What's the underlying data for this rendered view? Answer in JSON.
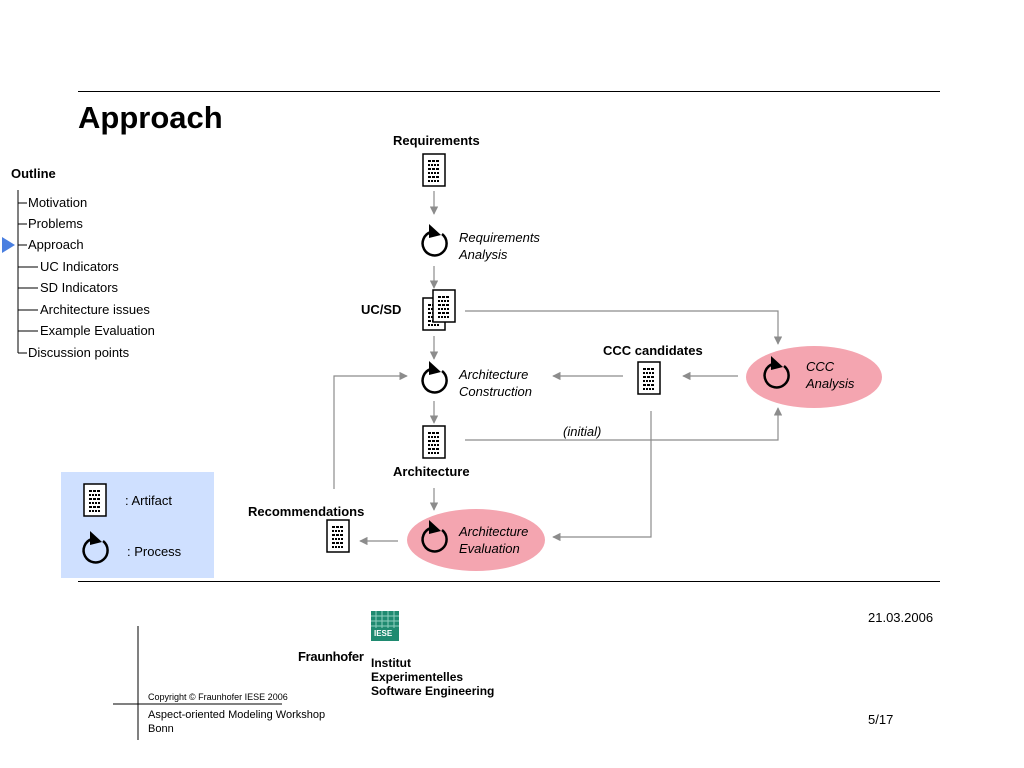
{
  "slide": {
    "title": "Approach",
    "date": "21.03.2006",
    "page": "5/17"
  },
  "outline": {
    "heading": "Outline",
    "items": [
      {
        "label": "Motivation",
        "level": 1,
        "active": false
      },
      {
        "label": "Problems",
        "level": 1,
        "active": false
      },
      {
        "label": "Approach",
        "level": 1,
        "active": true
      },
      {
        "label": "UC Indicators",
        "level": 2,
        "active": false
      },
      {
        "label": "SD Indicators",
        "level": 2,
        "active": false
      },
      {
        "label": "Architecture issues",
        "level": 2,
        "active": false
      },
      {
        "label": "Example Evaluation",
        "level": 2,
        "active": false
      },
      {
        "label": "Discussion points",
        "level": 1,
        "active": false
      }
    ]
  },
  "diagram": {
    "artifacts": {
      "requirements": "Requirements",
      "uc_sd": "UC/SD",
      "ccc_candidates": "CCC candidates",
      "architecture": "Architecture",
      "recommendations": "Recommendations"
    },
    "processes": {
      "requirements_analysis": [
        "Requirements",
        "Analysis"
      ],
      "architecture_construction": [
        "Architecture",
        "Construction"
      ],
      "ccc_analysis": [
        "CCC",
        "Analysis"
      ],
      "architecture_evaluation": [
        "Architecture",
        "Evaluation"
      ]
    },
    "edge_labels": {
      "initial": "(initial)"
    },
    "colors": {
      "highlight_process": "#f4a5b0",
      "legend_bg": "#cfe0ff",
      "arrow": "#8c8c8c",
      "active_marker": "#4a7fe0"
    }
  },
  "legend": {
    "artifact": ": Artifact",
    "process": ": Process"
  },
  "footer": {
    "copyright": "Copyright © Fraunhofer IESE 2006",
    "event": "Aspect-oriented Modeling Workshop",
    "location": "Bonn",
    "logo": {
      "brand": "Fraunhofer",
      "badge": "IESE",
      "institute": [
        "Institut",
        "Experimentelles",
        "Software Engineering"
      ]
    }
  }
}
